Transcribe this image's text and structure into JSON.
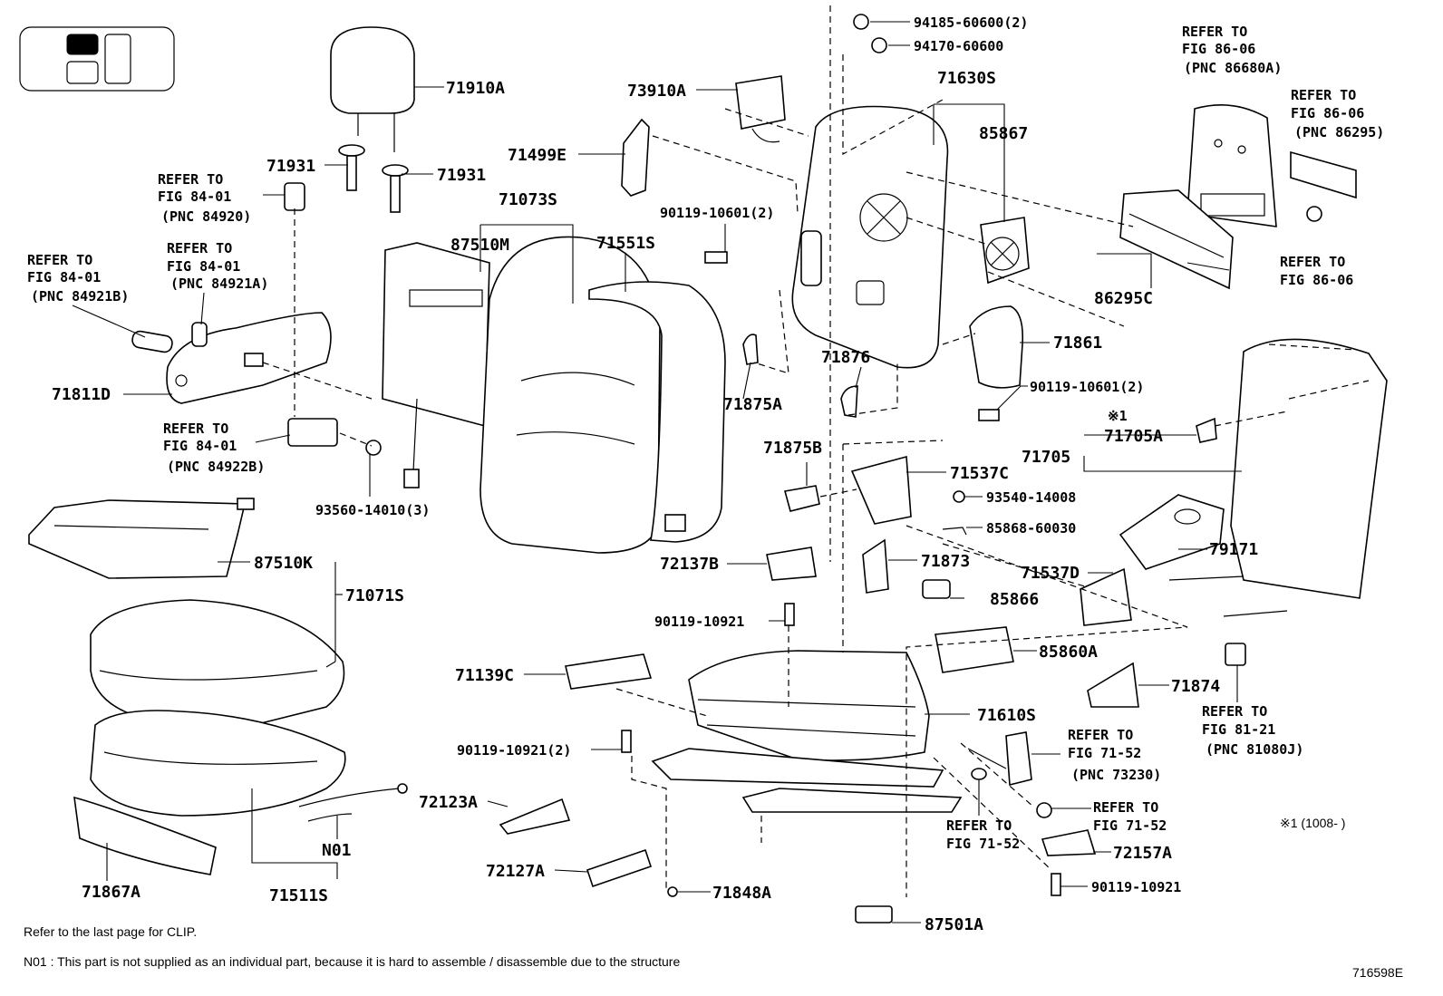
{
  "diagram": {
    "figure_code": "716598E",
    "footnotes": {
      "clip": "Refer to the last page for CLIP.",
      "n01": "N01 : This part is not supplied as an individual part, because it is hard to assemble / disassemble due to the structure"
    },
    "legend_note": "※1 (1008-      )",
    "part_labels": {
      "71910A": "71910A",
      "71931_left": "71931",
      "71931_right": "71931",
      "73910A": "73910A",
      "71499E": "71499E",
      "71073S": "71073S",
      "87510M": "87510M",
      "71551S": "71551S",
      "94185": "94185-60600(2)",
      "94170": "94170-60600",
      "71630S": "71630S",
      "85867": "85867",
      "90119_10601_top": "90119-10601(2)",
      "90119_10601_mid": "90119-10601(2)",
      "71861": "71861",
      "71876": "71876",
      "71875A": "71875A",
      "71811D": "71811D",
      "93560": "93560-14010(3)",
      "87510K": "87510K",
      "71071S": "71071S",
      "86295C": "86295C",
      "71705": "71705",
      "71705A": "71705A",
      "note1_mark": "※1",
      "71875B": "71875B",
      "71537C": "71537C",
      "93540": "93540-14008",
      "85868": "85868-60030",
      "79171": "79171",
      "71873": "71873",
      "72137B": "72137B",
      "71537D": "71537D",
      "85866": "85866",
      "90119_10921_a": "90119-10921",
      "85860A": "85860A",
      "71139C": "71139C",
      "71874": "71874",
      "71610S": "71610S",
      "90119_10921_b": "90119-10921(2)",
      "72123A": "72123A",
      "72127A": "72127A",
      "71848A": "71848A",
      "N01": "N01",
      "71867A": "71867A",
      "71511S": "71511S",
      "72157A": "72157A",
      "90119_10921_c": "90119-10921",
      "87501A": "87501A"
    },
    "references": {
      "fig84_84920": [
        "REFER TO",
        "FIG 84-01",
        "(PNC 84920)"
      ],
      "fig84_84921B": [
        "REFER TO",
        "FIG 84-01",
        "(PNC 84921B)"
      ],
      "fig84_84921A": [
        "REFER TO",
        "FIG 84-01",
        "(PNC 84921A)"
      ],
      "fig84_84922B": [
        "REFER TO",
        "FIG 84-01",
        "(PNC 84922B)"
      ],
      "fig86_86680A": [
        "REFER TO",
        "FIG 86-06",
        "(PNC 86680A)"
      ],
      "fig86_86295": [
        "REFER TO",
        "FIG 86-06",
        "(PNC 86295)"
      ],
      "fig86_plain": [
        "REFER TO",
        "FIG 86-06"
      ],
      "fig81_81080J": [
        "REFER TO",
        "FIG 81-21",
        "(PNC 81080J)"
      ],
      "fig71_73230": [
        "REFER TO",
        "FIG 71-52",
        "(PNC 73230)"
      ],
      "fig71_right": [
        "REFER TO",
        "FIG 71-52"
      ],
      "fig71_left": [
        "REFER TO",
        "FIG 71-52"
      ]
    }
  }
}
